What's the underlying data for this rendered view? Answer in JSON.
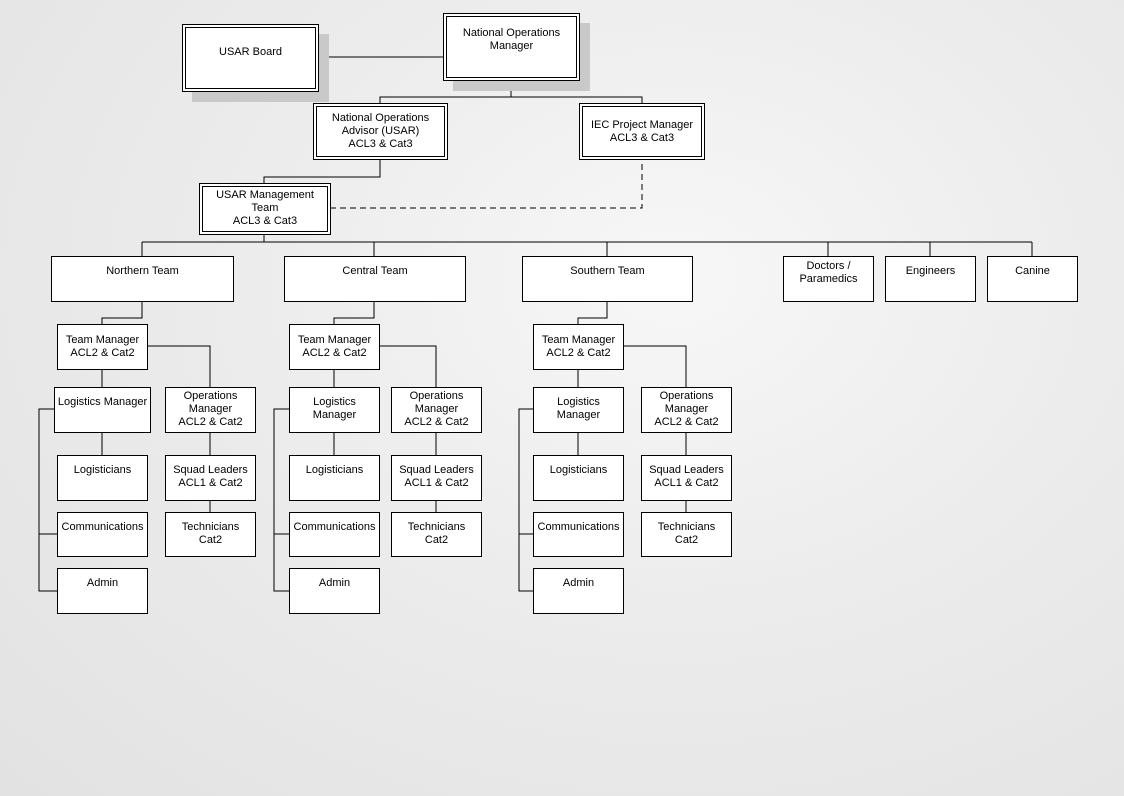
{
  "top": {
    "board": "USAR Board",
    "nom": "National Operations\nManager",
    "noa": "National Operations\nAdvisor (USAR)\nACL3 & Cat3",
    "iec": "IEC Project Manager\nACL3 & Cat3",
    "mgmt": "USAR Management\nTeam\nACL3 & Cat3"
  },
  "teams": [
    {
      "name": "Northern Team"
    },
    {
      "name": "Central Team"
    },
    {
      "name": "Southern Team"
    }
  ],
  "team_roles": {
    "team_manager": "Team Manager\nACL2 & Cat2",
    "logistics_manager": "Logistics Manager",
    "operations_manager": "Operations\nManager\nACL2 & Cat2",
    "logisticians": "Logisticians",
    "squad_leaders": "Squad Leaders\nACL1 & Cat2",
    "communications": "Communications",
    "technicians": "Technicians\nCat2",
    "admin": "Admin"
  },
  "specialists": [
    {
      "name": "Doctors /\nParamedics"
    },
    {
      "name": "Engineers"
    },
    {
      "name": "Canine"
    }
  ]
}
